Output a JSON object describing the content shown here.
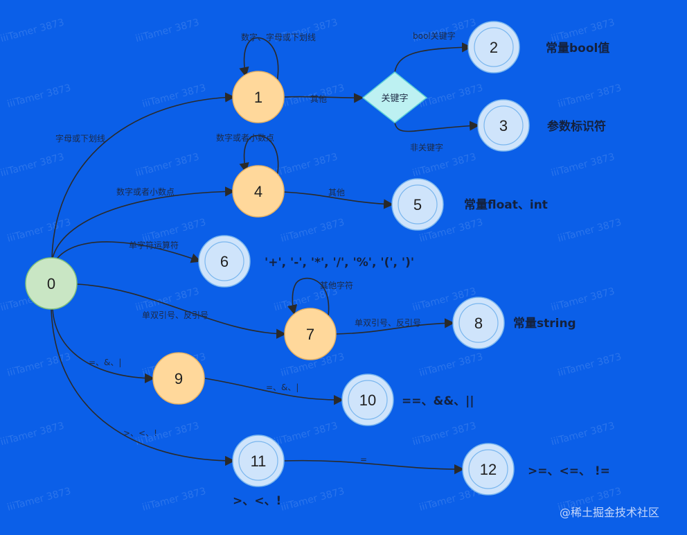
{
  "colors": {
    "background": "#0b5fe8",
    "start_fill": "#c9e6c4",
    "start_stroke": "#7fbf7f",
    "intermediate_fill": "#ffd89b",
    "intermediate_stroke": "#e6b366",
    "accept_fill": "#cfe4fb",
    "accept_stroke": "#7ab6ee",
    "diamond_fill": "#bdf1f2",
    "diamond_stroke": "#5ccfd6"
  },
  "nodes": [
    {
      "id": "0",
      "label": "0",
      "kind": "start"
    },
    {
      "id": "1",
      "label": "1",
      "kind": "intermediate"
    },
    {
      "id": "2",
      "label": "2",
      "kind": "accept"
    },
    {
      "id": "3",
      "label": "3",
      "kind": "accept"
    },
    {
      "id": "4",
      "label": "4",
      "kind": "intermediate"
    },
    {
      "id": "5",
      "label": "5",
      "kind": "accept"
    },
    {
      "id": "6",
      "label": "6",
      "kind": "accept"
    },
    {
      "id": "7",
      "label": "7",
      "kind": "intermediate"
    },
    {
      "id": "8",
      "label": "8",
      "kind": "accept"
    },
    {
      "id": "9",
      "label": "9",
      "kind": "intermediate"
    },
    {
      "id": "10",
      "label": "10",
      "kind": "accept"
    },
    {
      "id": "11",
      "label": "11",
      "kind": "accept"
    },
    {
      "id": "12",
      "label": "12",
      "kind": "accept"
    }
  ],
  "decision": {
    "label": "关键字"
  },
  "edges": [
    {
      "from": "0",
      "to": "1",
      "label": "字母或下划线"
    },
    {
      "from": "1",
      "to": "1",
      "label": "数字、字母或下划线"
    },
    {
      "from": "1",
      "to": "关键字",
      "label": "其他"
    },
    {
      "from": "关键字",
      "to": "2",
      "label": "bool关键字"
    },
    {
      "from": "关键字",
      "to": "3",
      "label": "非关键字"
    },
    {
      "from": "0",
      "to": "4",
      "label": "数字或者小数点"
    },
    {
      "from": "4",
      "to": "4",
      "label": "数字或者小数点"
    },
    {
      "from": "4",
      "to": "5",
      "label": "其他"
    },
    {
      "from": "0",
      "to": "6",
      "label": "单字符运算符"
    },
    {
      "from": "0",
      "to": "7",
      "label": "单双引号、反引号"
    },
    {
      "from": "7",
      "to": "7",
      "label": "其他字符"
    },
    {
      "from": "7",
      "to": "8",
      "label": "单双引号、反引号"
    },
    {
      "from": "0",
      "to": "9",
      "label": "=、&、|"
    },
    {
      "from": "9",
      "to": "10",
      "label": "=、&、|"
    },
    {
      "from": "0",
      "to": "11",
      "label": ">、<、!"
    },
    {
      "from": "11",
      "to": "12",
      "label": "="
    }
  ],
  "annotations": {
    "n2": "常量bool值",
    "n3": "参数标识符",
    "n5": "常量float、int",
    "n6": "'+', '-', '*', '/', '%', '(', ')'",
    "n8": "常量string",
    "n10": "==、&&、||",
    "n11": ">、<、!",
    "n12": ">=、<=、 !="
  },
  "watermark": "iiiTamer 3873",
  "credit": "@稀土掘金技术社区"
}
